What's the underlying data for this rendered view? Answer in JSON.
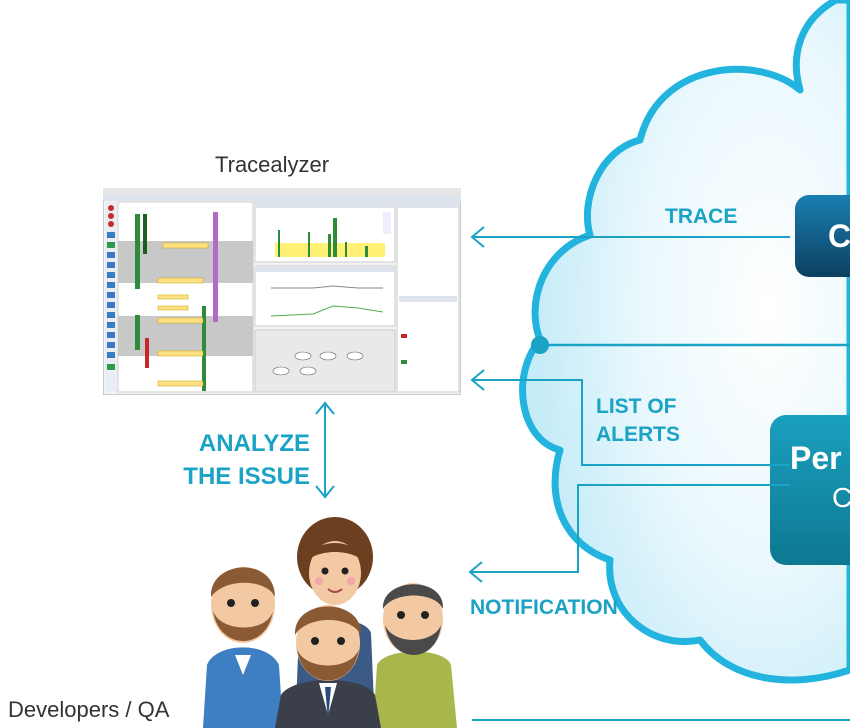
{
  "labels": {
    "tool": "Tracealyzer",
    "trace": "TRACE",
    "alerts_line1": "LIST OF",
    "alerts_line2": "ALERTS",
    "analyze_line1": "ANALYZE",
    "analyze_line2": "THE ISSUE",
    "notification": "NOTIFICATION",
    "people": "Developers / QA"
  },
  "cloud_boxes": {
    "top_partial": "C",
    "bottom_partial_line1": "Per",
    "bottom_partial_line2": "C"
  },
  "colors": {
    "accent": "#1aa3c4",
    "cloud_fill": "#cdeff9",
    "cloud_stroke": "#24b6df",
    "box_dark": "#0d4c6e",
    "box_teal": "#1188a6"
  }
}
